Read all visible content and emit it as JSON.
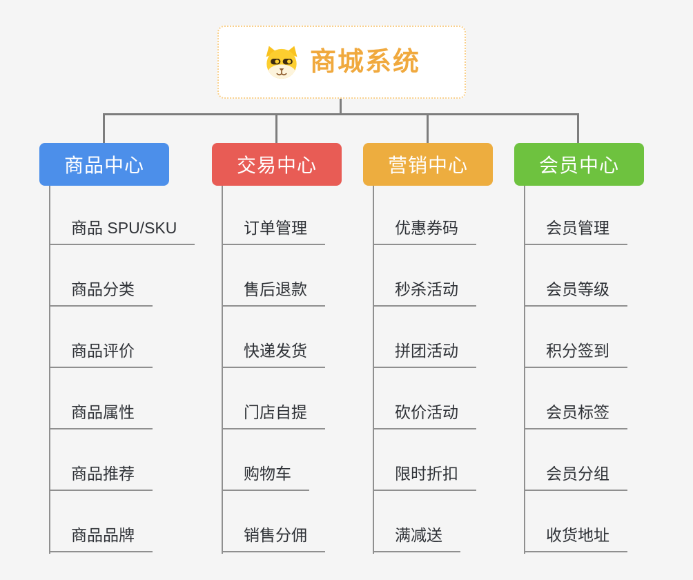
{
  "diagram": {
    "type": "mindmap-org-chart",
    "background": "#F5F5F5",
    "connector_color": "#7D7D7D",
    "root": {
      "title": "商城系统",
      "icon": "dog-face-icon",
      "title_color": "#F0A93E",
      "border_color": "#F9D08C",
      "bg": "#FFFFFF"
    },
    "branches": [
      {
        "label": "商品中心",
        "color": "#4C8FEA",
        "text_color": "#FFFFFF",
        "children": [
          "商品 SPU/SKU",
          "商品分类",
          "商品评价",
          "商品属性",
          "商品推荐",
          "商品品牌"
        ]
      },
      {
        "label": "交易中心",
        "color": "#E85C55",
        "text_color": "#FFFFFF",
        "children": [
          "订单管理",
          "售后退款",
          "快递发货",
          "门店自提",
          "购物车",
          "销售分佣"
        ]
      },
      {
        "label": "营销中心",
        "color": "#EDAD3F",
        "text_color": "#FFFFFF",
        "children": [
          "优惠券码",
          "秒杀活动",
          "拼团活动",
          "砍价活动",
          "限时折扣",
          "满减送"
        ]
      },
      {
        "label": "会员中心",
        "color": "#6EC23F",
        "text_color": "#FFFFFF",
        "children": [
          "会员管理",
          "会员等级",
          "积分签到",
          "会员标签",
          "会员分组",
          "收货地址"
        ]
      }
    ]
  }
}
